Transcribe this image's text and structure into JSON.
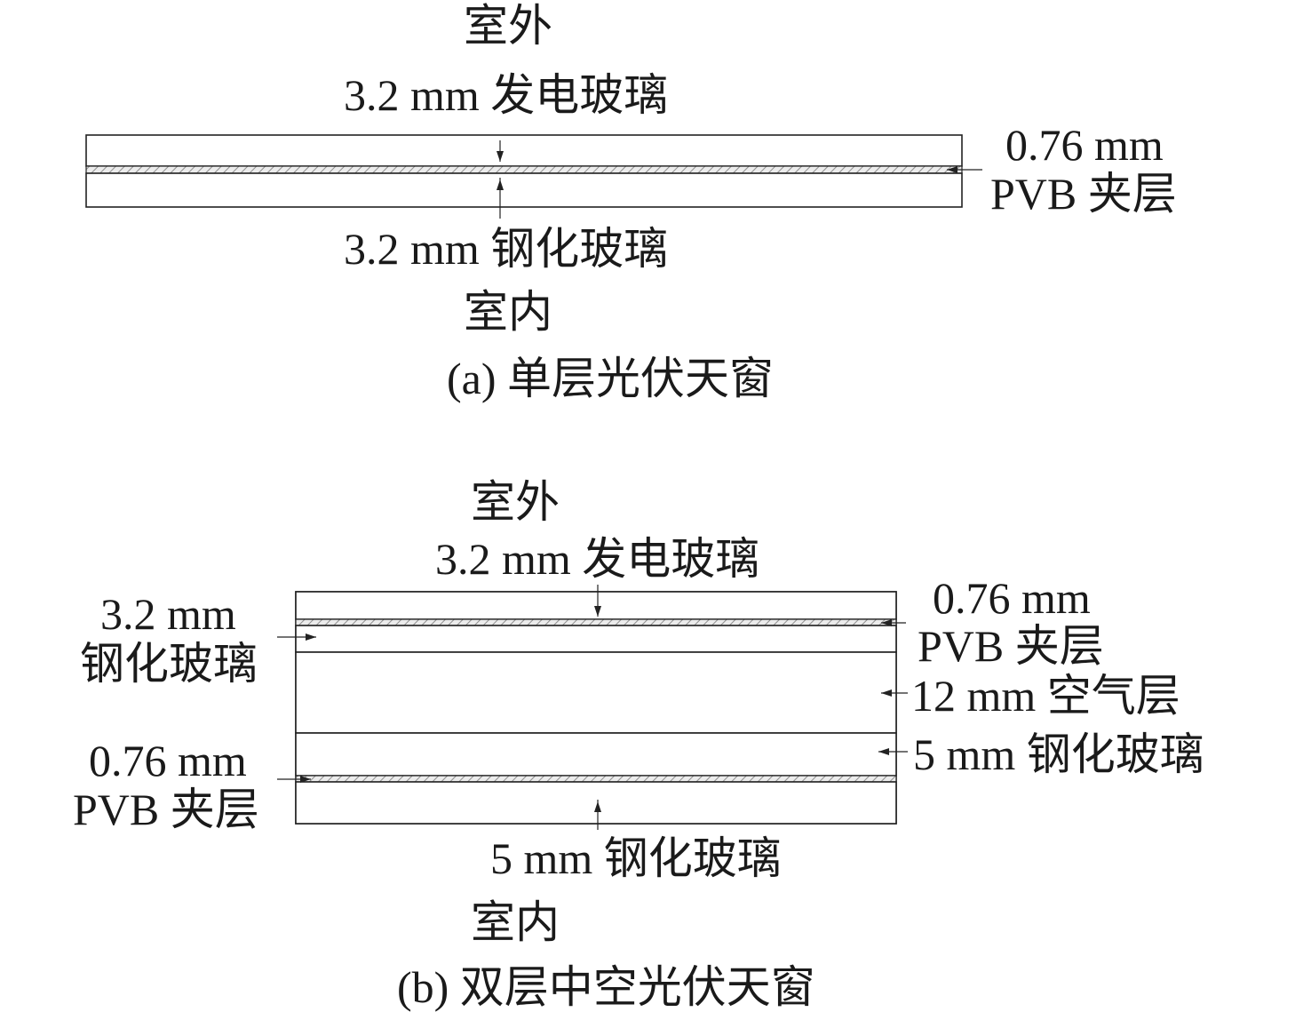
{
  "panel_a": {
    "outdoor": "室外",
    "indoor": "室内",
    "top_glass": "3.2 mm 发电玻璃",
    "bottom_glass": "3.2 mm 钢化玻璃",
    "pvb_thickness": "0.76 mm",
    "pvb_name": "PVB 夹层",
    "caption": "(a) 单层光伏天窗"
  },
  "panel_b": {
    "outdoor": "室外",
    "indoor": "室内",
    "top_glass": "3.2 mm 发电玻璃",
    "left_glass_thickness": "3.2 mm",
    "left_glass_name": "钢化玻璃",
    "right_pvb_thickness": "0.76 mm",
    "right_pvb_name": "PVB 夹层",
    "air_gap": "12 mm 空气层",
    "right_glass": "5 mm 钢化玻璃",
    "left_pvb_thickness": "0.76 mm",
    "left_pvb_name": "PVB 夹层",
    "bottom_glass": "5 mm 钢化玻璃",
    "caption": "(b) 双层中空光伏天窗"
  },
  "colors": {
    "line": "#222222",
    "hatch": "#9a9a9a",
    "background": "#ffffff"
  }
}
